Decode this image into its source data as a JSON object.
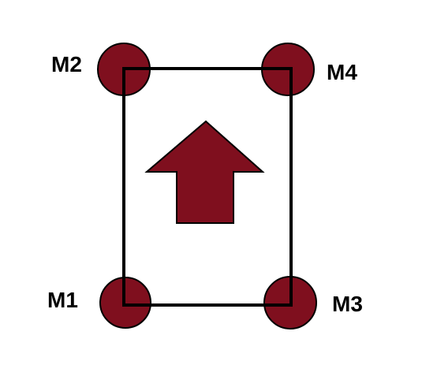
{
  "colors": {
    "background": "#ffffff",
    "frame_stroke": "#000000",
    "motor_fill": "#7f0f1e",
    "arrow_fill": "#7f0f1e"
  },
  "arrow": {
    "direction": "up",
    "icon": "up-arrow-icon"
  },
  "motors": {
    "m1": {
      "label": "M1"
    },
    "m2": {
      "label": "M2"
    },
    "m3": {
      "label": "M3"
    },
    "m4": {
      "label": "M4"
    }
  }
}
